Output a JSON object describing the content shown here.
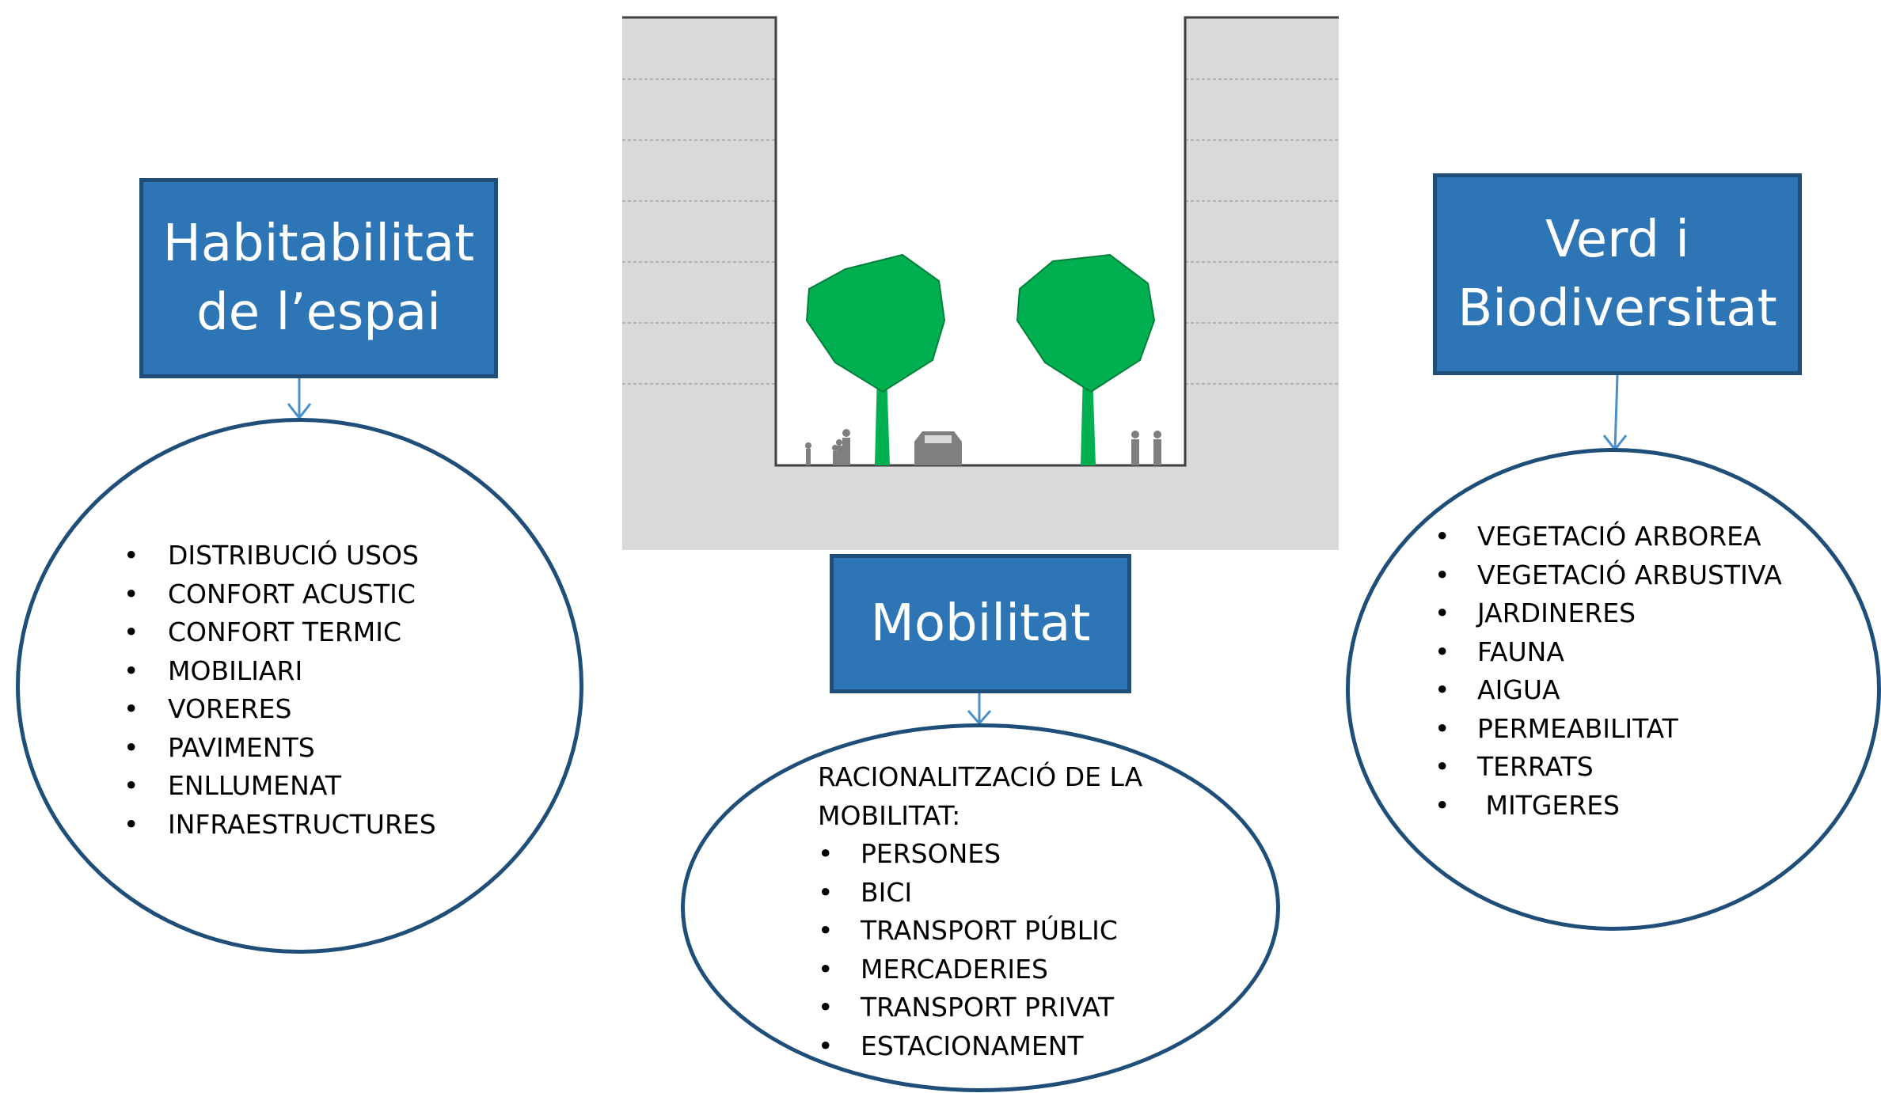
{
  "colors": {
    "box_fill": "#2E75B6",
    "box_border": "#1F4E79",
    "tree_green": "#00B050",
    "building_gray": "#D9D9D9",
    "arrow_blue": "#4A90C8"
  },
  "habitabilitat": {
    "title": "Habitabilitat\nde l’espai",
    "items": [
      "DISTRIBUCIÓ  USOS",
      "CONFORT ACUSTIC",
      "CONFORT TERMIC",
      "MOBILIARI",
      "VORERES",
      "PAVIMENTS",
      "ENLLUMENAT",
      "INFRAESTRUCTURES"
    ]
  },
  "mobilitat": {
    "title": "Mobilitat",
    "intro": "RACIONALITZACIÓ DE LA\nMOBILITAT:",
    "items": [
      "PERSONES",
      "BICI",
      "TRANSPORT PÚBLIC",
      "MERCADERIES",
      "TRANSPORT PRIVAT",
      "ESTACIONAMENT"
    ]
  },
  "verd": {
    "title": "Verd i\nBiodiversitat",
    "items": [
      "VEGETACIÓ ARBOREA",
      "VEGETACIÓ ARBUSTIVA",
      "JARDINERES",
      "FAUNA",
      "AIGUA",
      "PERMEABILITAT",
      "TERRATS",
      " MITGERES"
    ]
  },
  "bullet_glyph": "•",
  "street_section": {
    "icons": [
      "building-left-icon",
      "building-right-icon",
      "tree-left-icon",
      "tree-right-icon",
      "car-icon",
      "pedestrian-group-left-icon",
      "pedestrian-group-right-icon"
    ]
  }
}
